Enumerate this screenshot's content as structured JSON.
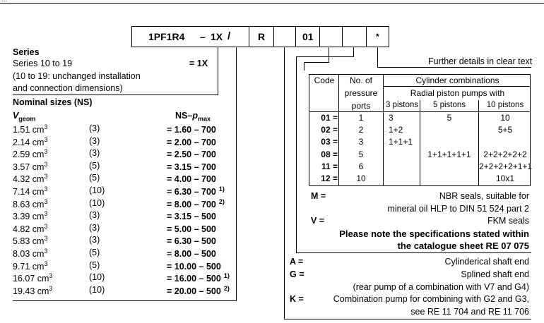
{
  "header_fragment": "...",
  "order_code": {
    "model": "1PF1R4",
    "dash1": "–",
    "series": "1X",
    "slash": "/",
    "r": "R",
    "code01": "01",
    "star": "*"
  },
  "further_details": "Further details in clear text",
  "series_section": {
    "title": "Series",
    "line1": "Series 10 to 19",
    "code": "= 1X",
    "line2": "(10 to 19: unchanged installation",
    "line3": "and connection dimensions)"
  },
  "nominal": {
    "title": "Nominal sizes (NS)",
    "vgeom_label": "V",
    "vgeom_sub": "geom",
    "ns_label": "NS–",
    "p_label": "p",
    "p_sub": "max",
    "rows": [
      {
        "v": "1.51 cm",
        "sup": "3",
        "n": "(3)",
        "code": "= 1.60 – 700",
        "note": ""
      },
      {
        "v": "2.14 cm",
        "sup": "3",
        "n": "(3)",
        "code": "= 2.00 – 700",
        "note": ""
      },
      {
        "v": "2.59 cm",
        "sup": "3",
        "n": "(3)",
        "code": "= 2.50 – 700",
        "note": ""
      },
      {
        "v": "3.57 cm",
        "sup": "3",
        "n": "(5)",
        "code": "= 3.15 – 700",
        "note": ""
      },
      {
        "v": "4.32 cm",
        "sup": "3",
        "n": "(5)",
        "code": "= 4.00 – 700",
        "note": ""
      },
      {
        "v": "7.14 cm",
        "sup": "3",
        "n": "(10)",
        "code": "= 6.30 – 700",
        "note": "1)"
      },
      {
        "v": "8.63 cm",
        "sup": "3",
        "n": "(10)",
        "code": "= 8.00 – 700",
        "note": "2)"
      },
      {
        "v": "3.39 cm",
        "sup": "3",
        "n": "(3)",
        "code": "= 3.15 – 500",
        "note": ""
      },
      {
        "v": "4.82 cm",
        "sup": "3",
        "n": "(3)",
        "code": "= 5.00 – 500",
        "note": ""
      },
      {
        "v": "5.83 cm",
        "sup": "3",
        "n": "(3)",
        "code": "= 6.30 – 500",
        "note": ""
      },
      {
        "v": "8.03 cm",
        "sup": "3",
        "n": "(5)",
        "code": "= 8.00 – 500",
        "note": ""
      },
      {
        "v": "9.71 cm",
        "sup": "3",
        "n": "(5)",
        "code": "= 10.00 – 500",
        "note": ""
      },
      {
        "v": "16.07 cm",
        "sup": "3",
        "n": "(10)",
        "code": "= 16.00 – 500",
        "note": "1)"
      },
      {
        "v": "19.43 cm",
        "sup": "3",
        "n": "(10)",
        "code": "= 20.00 – 500",
        "note": "2)"
      }
    ]
  },
  "table": {
    "h_code": "Code",
    "h_ports": [
      "No. of",
      "pressure",
      "ports"
    ],
    "h_cyl": "Cylinder combinations",
    "h_radial": "Radial piston pumps with",
    "h_3": "3 pistons",
    "h_5": "5 pistons",
    "h_10": "10 pistons",
    "rows": [
      {
        "code": "01 =",
        "ports": "1",
        "p3": "3",
        "p5": "5",
        "p10": "10"
      },
      {
        "code": "02 =",
        "ports": "2",
        "p3": "1+2",
        "p5": "",
        "p10": "5+5"
      },
      {
        "code": "03 =",
        "ports": "3",
        "p3": "1+1+1",
        "p5": "",
        "p10": ""
      },
      {
        "code": "08 =",
        "ports": "5",
        "p3": "",
        "p5": "1+1+1+1+1",
        "p10": "2+2+2+2+2"
      },
      {
        "code": "11 =",
        "ports": "6",
        "p3": "",
        "p5": "",
        "p10": "2+2+2+2+1+1"
      },
      {
        "code": "12 =",
        "ports": "10",
        "p3": "",
        "p5": "",
        "p10": "10x1"
      }
    ]
  },
  "seals": {
    "m_code": "M =",
    "m_line1": "NBR seals, suitable for",
    "m_line2": "mineral oil HLP to DIN 51 524 part 2",
    "v_code": "V =",
    "v_line": "FKM seals",
    "note1": "Please note the specifications stated within",
    "note2": "the catalogue sheet RE 07 075"
  },
  "shaft": {
    "a_code": "A =",
    "a_text": "Cylinderical shaft end",
    "g_code": "G =",
    "g_text": "Splined shaft end",
    "g_text2": "(rear pump of a combination with V7 and G4)",
    "k_code": "K =",
    "k_text": "Combination pump for combining with G2 and G3,",
    "k_text2": "see RE 11 704 and RE 11 706"
  }
}
